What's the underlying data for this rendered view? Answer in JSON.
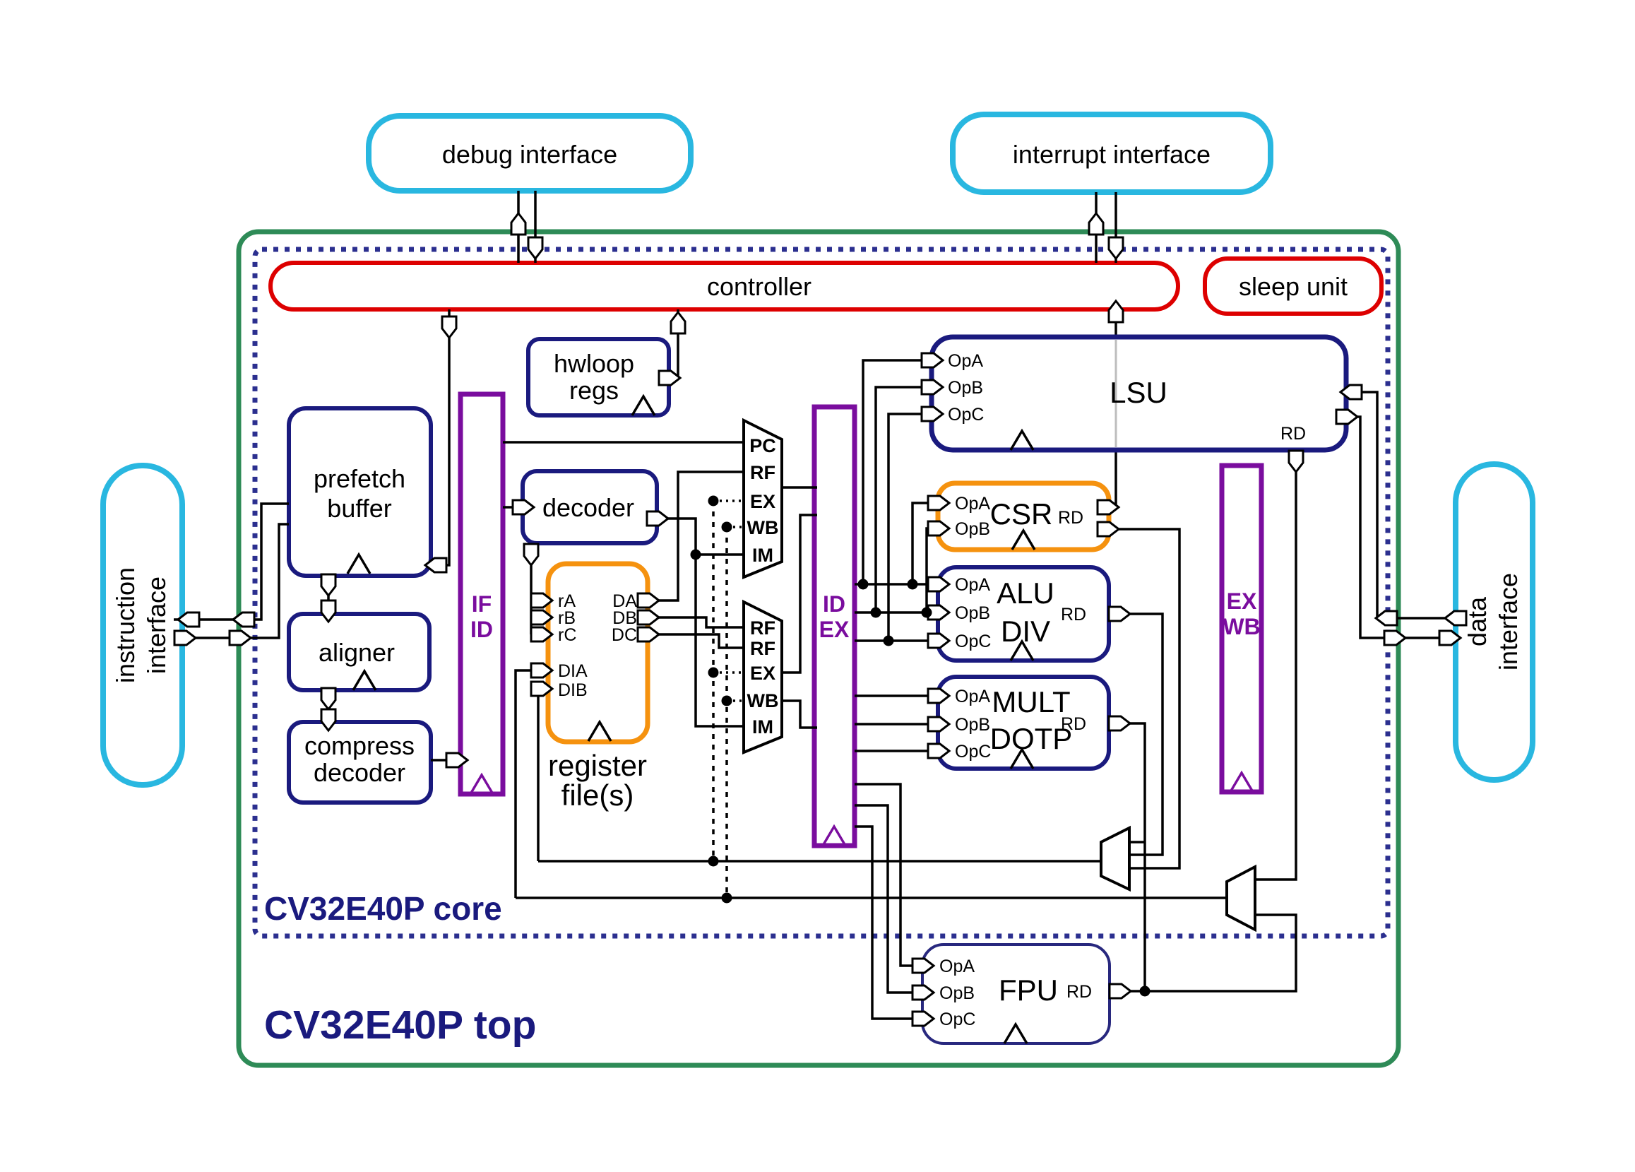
{
  "colors": {
    "interface_cyan": "#29b7e0",
    "control_red": "#dd0000",
    "unit_navy": "#1a1a7e",
    "regfile_orange": "#f5920f",
    "pipeline_purple": "#7a0d9e",
    "top_green": "#2e8b57",
    "core_dotted_blue": "#2b2f8f",
    "wire_black": "#000000"
  },
  "interfaces": {
    "debug": "debug interface",
    "interrupt": "interrupt interface",
    "instruction": [
      "instruction",
      "interface"
    ],
    "data": [
      "data",
      "interface"
    ]
  },
  "regions": {
    "core": "CV32E40P core",
    "top": "CV32E40P top"
  },
  "blocks": {
    "controller": "controller",
    "sleep_unit": "sleep unit",
    "hwloop": [
      "hwloop",
      "regs"
    ],
    "prefetch": [
      "prefetch",
      "buffer"
    ],
    "aligner": "aligner",
    "compress": [
      "compress",
      "decoder"
    ],
    "decoder": "decoder",
    "register_file": [
      "register",
      "file(s)"
    ],
    "lsu": "LSU",
    "csr": "CSR",
    "alu": [
      "ALU",
      "DIV"
    ],
    "mult": [
      "MULT",
      "DOTP"
    ],
    "fpu": "FPU"
  },
  "pipeline_registers": {
    "if_id": [
      "IF",
      "ID"
    ],
    "id_ex": [
      "ID",
      "EX"
    ],
    "ex_wb": [
      "EX",
      "WB"
    ]
  },
  "muxes": {
    "operand_a": [
      "PC",
      "RF",
      "EX",
      "WB",
      "IM"
    ],
    "operand_b": [
      "RF",
      "RF",
      "EX",
      "WB",
      "IM"
    ]
  },
  "ports": {
    "operands": [
      "OpA",
      "OpB",
      "OpC"
    ],
    "result": "RD",
    "regfile_read": [
      "rA",
      "rB",
      "rC"
    ],
    "regfile_write": [
      "DIA",
      "DIB"
    ],
    "regfile_out": [
      "DA",
      "DB",
      "DC"
    ]
  }
}
